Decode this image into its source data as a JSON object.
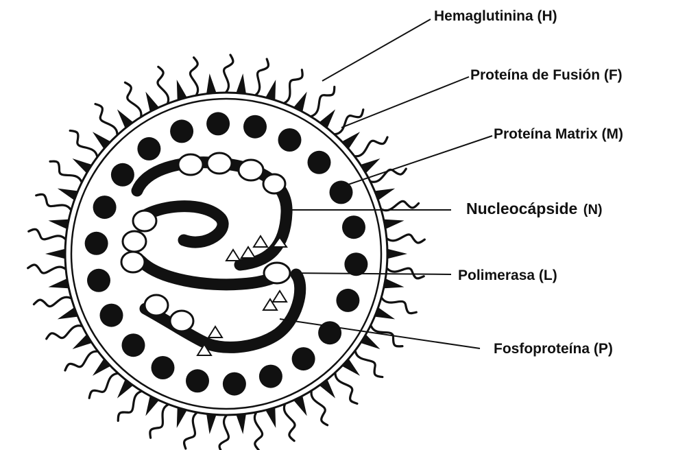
{
  "labels": {
    "hemagglutinin": "Hemaglutinina (H)",
    "fusion_protein": "Proteína de Fusión (F)",
    "matrix_protein": "Proteína Matrix (M)",
    "nucleocapsid": "Nucleocápside",
    "nucleocapsid_code": "(N)",
    "polymerase": "Polimerasa (L)",
    "phosphoprotein": "Fosfoproteína (P)"
  },
  "colors": {
    "ink": "#111111",
    "background": "#ffffff",
    "envelope": "#888888"
  }
}
